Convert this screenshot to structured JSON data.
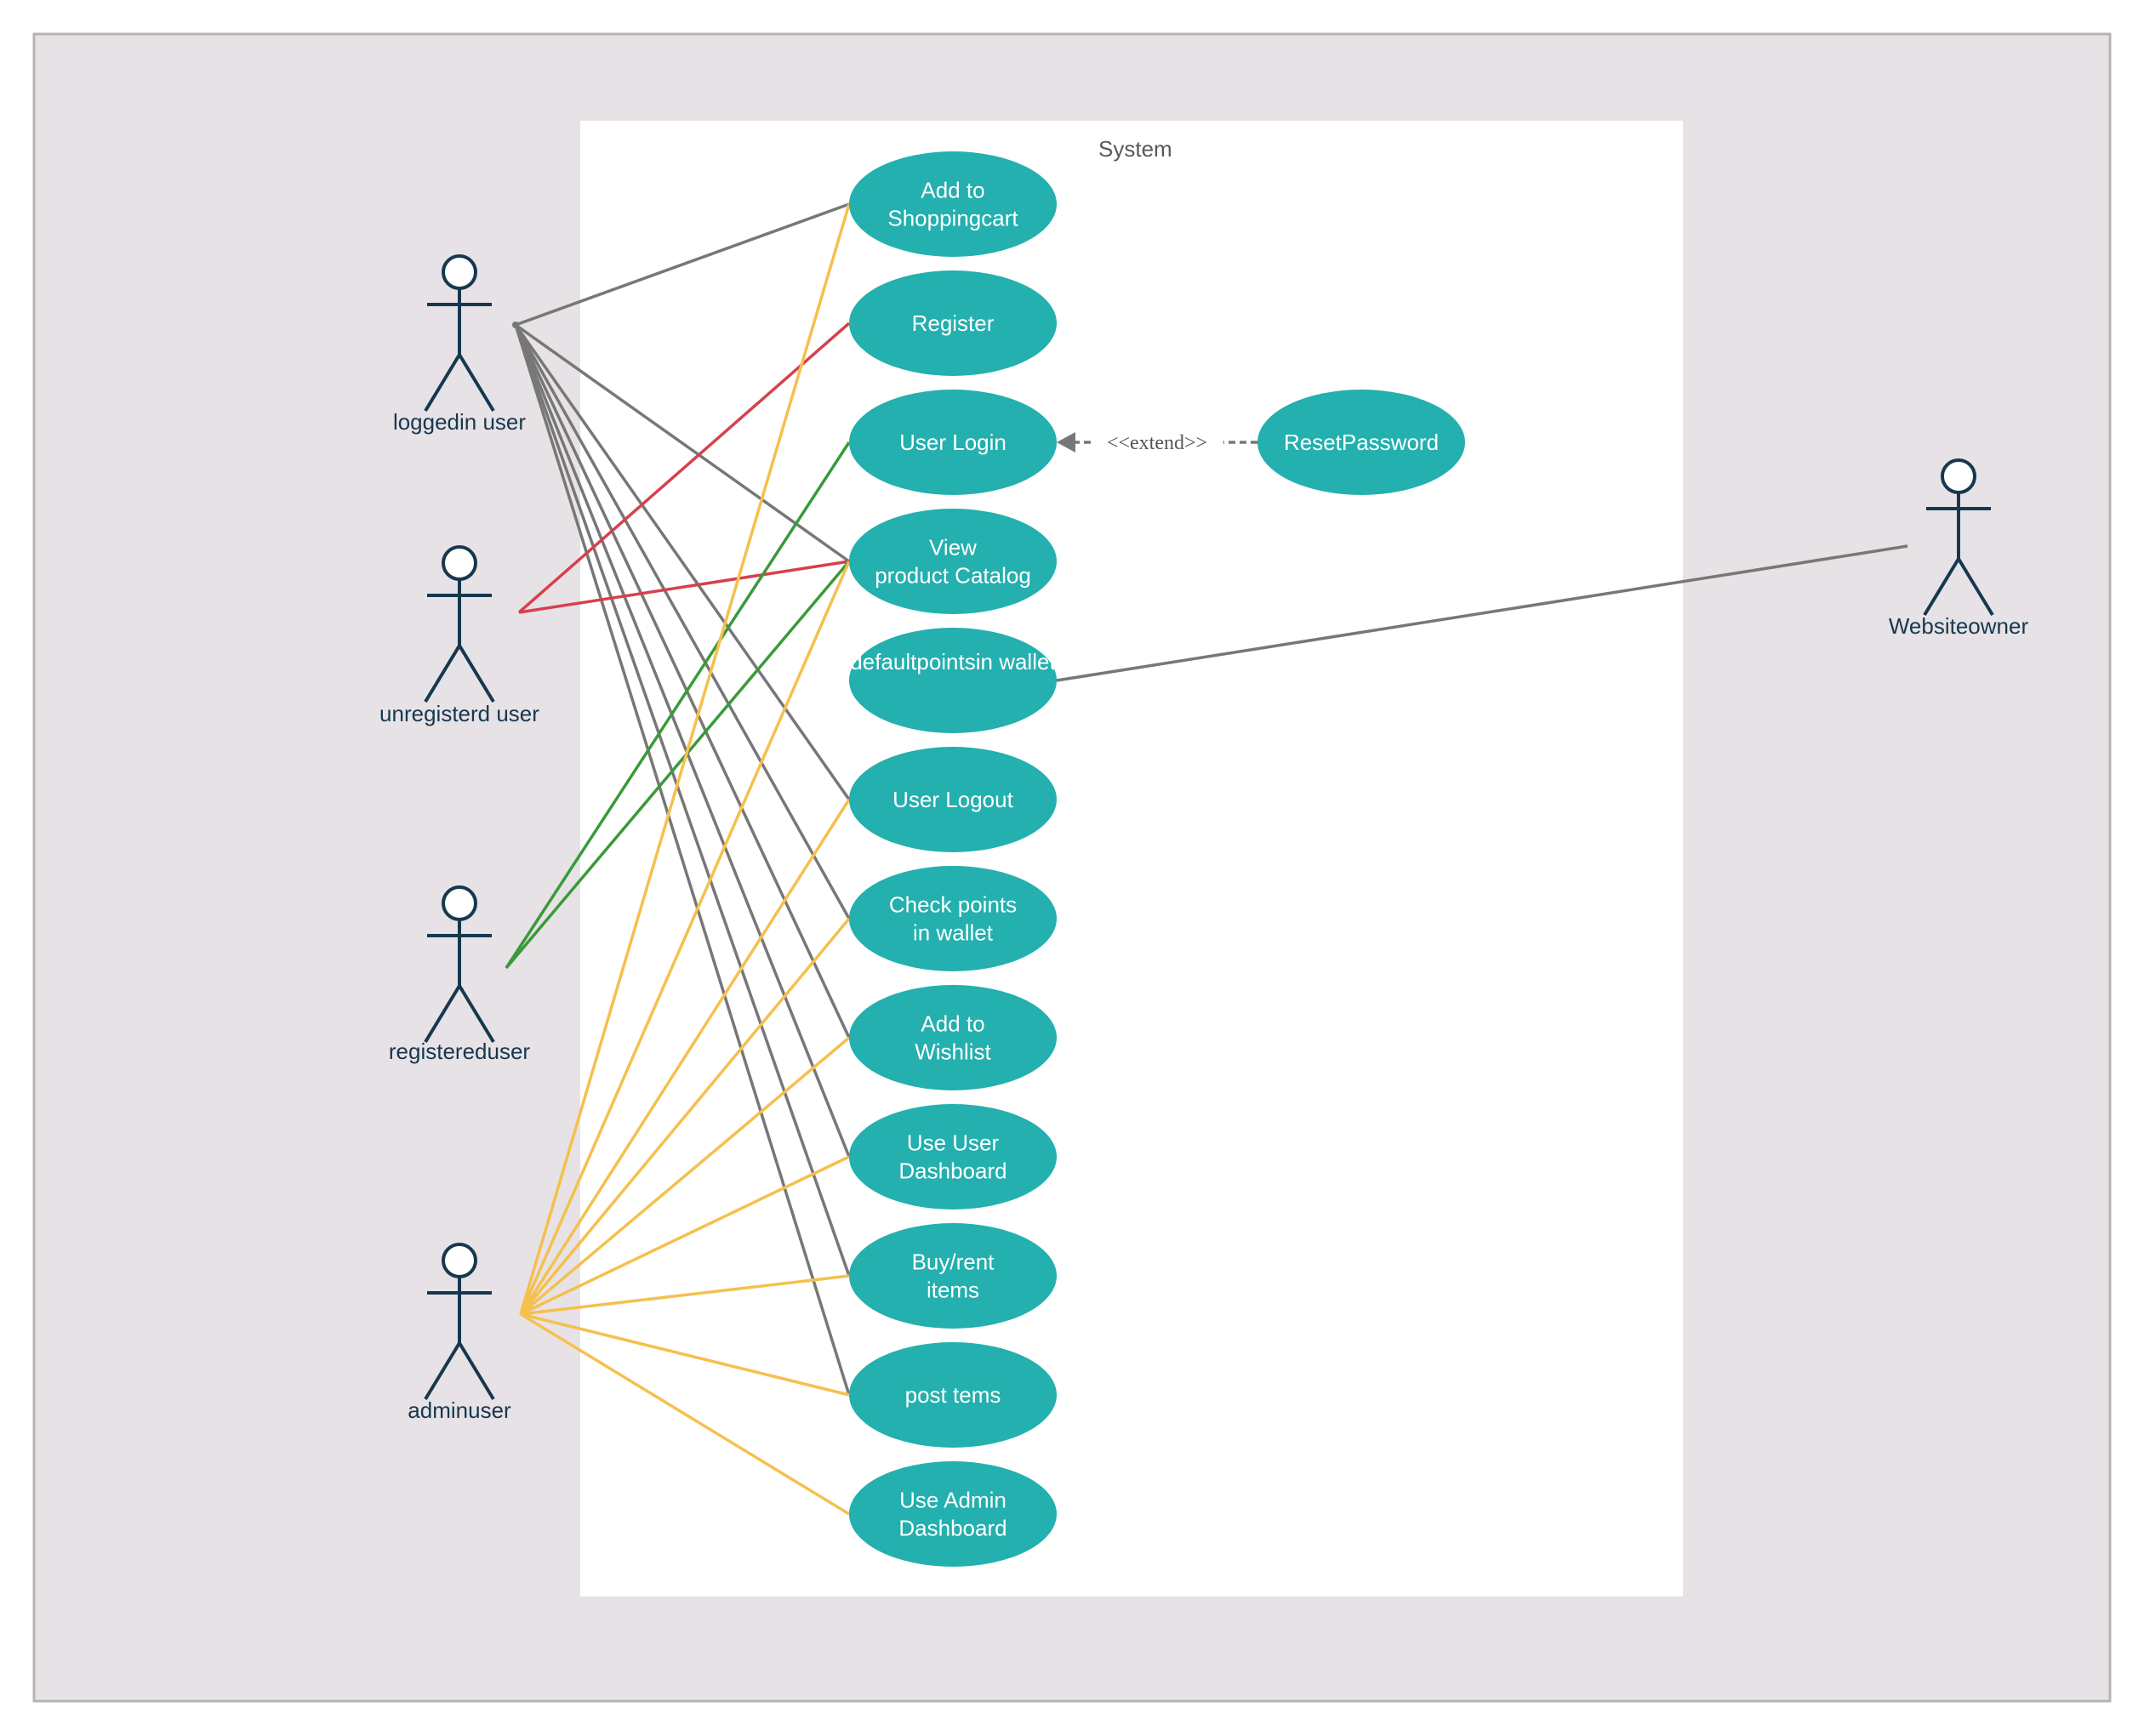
{
  "system": {
    "title": "System"
  },
  "colors": {
    "frame_bg": "#e7e2e6",
    "usecase_fill": "#23b0ae",
    "actor_stroke": "#16384f",
    "line_grey": "#777777",
    "line_red": "#d5414d",
    "line_green": "#3a9a3a",
    "line_yellow": "#f5c04d"
  },
  "actors": [
    {
      "id": "loggedin",
      "label": "loggedin user"
    },
    {
      "id": "unregistered",
      "label": "unregisterd user"
    },
    {
      "id": "registered",
      "label": "registereduser"
    },
    {
      "id": "admin",
      "label": "adminuser"
    },
    {
      "id": "owner",
      "label": "Websiteowner"
    }
  ],
  "use_cases": [
    {
      "id": "uc_cart",
      "lines": [
        "Add to",
        "Shoppingcart"
      ]
    },
    {
      "id": "uc_register",
      "lines": [
        "Register"
      ]
    },
    {
      "id": "uc_login",
      "lines": [
        "User Login"
      ]
    },
    {
      "id": "uc_catalog",
      "lines": [
        "View",
        "product Catalog"
      ]
    },
    {
      "id": "uc_default_points",
      "lines": [
        "defaultpointsin wallet"
      ]
    },
    {
      "id": "uc_logout",
      "lines": [
        "User Logout"
      ]
    },
    {
      "id": "uc_check_points",
      "lines": [
        "Check points",
        "in wallet"
      ]
    },
    {
      "id": "uc_wishlist",
      "lines": [
        "Add to",
        "Wishlist"
      ]
    },
    {
      "id": "uc_user_dash",
      "lines": [
        "Use User",
        "Dashboard"
      ]
    },
    {
      "id": "uc_buy",
      "lines": [
        "Buy/rent",
        "items"
      ]
    },
    {
      "id": "uc_post",
      "lines": [
        "post  tems"
      ]
    },
    {
      "id": "uc_admin_dash",
      "lines": [
        "Use Admin",
        "Dashboard"
      ]
    },
    {
      "id": "uc_reset",
      "lines": [
        "ResetPassword"
      ]
    }
  ],
  "extend": {
    "label": "<<extend>>",
    "from": "uc_reset",
    "to": "uc_login"
  },
  "associations": [
    {
      "actor": "loggedin",
      "usecase": "uc_cart",
      "color": "grey"
    },
    {
      "actor": "loggedin",
      "usecase": "uc_catalog",
      "color": "grey"
    },
    {
      "actor": "loggedin",
      "usecase": "uc_logout",
      "color": "grey"
    },
    {
      "actor": "loggedin",
      "usecase": "uc_check_points",
      "color": "grey"
    },
    {
      "actor": "loggedin",
      "usecase": "uc_wishlist",
      "color": "grey"
    },
    {
      "actor": "loggedin",
      "usecase": "uc_user_dash",
      "color": "grey"
    },
    {
      "actor": "loggedin",
      "usecase": "uc_buy",
      "color": "grey"
    },
    {
      "actor": "loggedin",
      "usecase": "uc_post",
      "color": "grey"
    },
    {
      "actor": "unregistered",
      "usecase": "uc_register",
      "color": "red"
    },
    {
      "actor": "unregistered",
      "usecase": "uc_catalog",
      "color": "red"
    },
    {
      "actor": "registered",
      "usecase": "uc_login",
      "color": "green"
    },
    {
      "actor": "registered",
      "usecase": "uc_catalog",
      "color": "green"
    },
    {
      "actor": "admin",
      "usecase": "uc_cart",
      "color": "yellow"
    },
    {
      "actor": "admin",
      "usecase": "uc_catalog",
      "color": "yellow"
    },
    {
      "actor": "admin",
      "usecase": "uc_logout",
      "color": "yellow"
    },
    {
      "actor": "admin",
      "usecase": "uc_check_points",
      "color": "yellow"
    },
    {
      "actor": "admin",
      "usecase": "uc_wishlist",
      "color": "yellow"
    },
    {
      "actor": "admin",
      "usecase": "uc_user_dash",
      "color": "yellow"
    },
    {
      "actor": "admin",
      "usecase": "uc_buy",
      "color": "yellow"
    },
    {
      "actor": "admin",
      "usecase": "uc_post",
      "color": "yellow"
    },
    {
      "actor": "admin",
      "usecase": "uc_admin_dash",
      "color": "yellow"
    },
    {
      "actor": "owner",
      "usecase": "uc_default_points",
      "color": "grey"
    }
  ]
}
